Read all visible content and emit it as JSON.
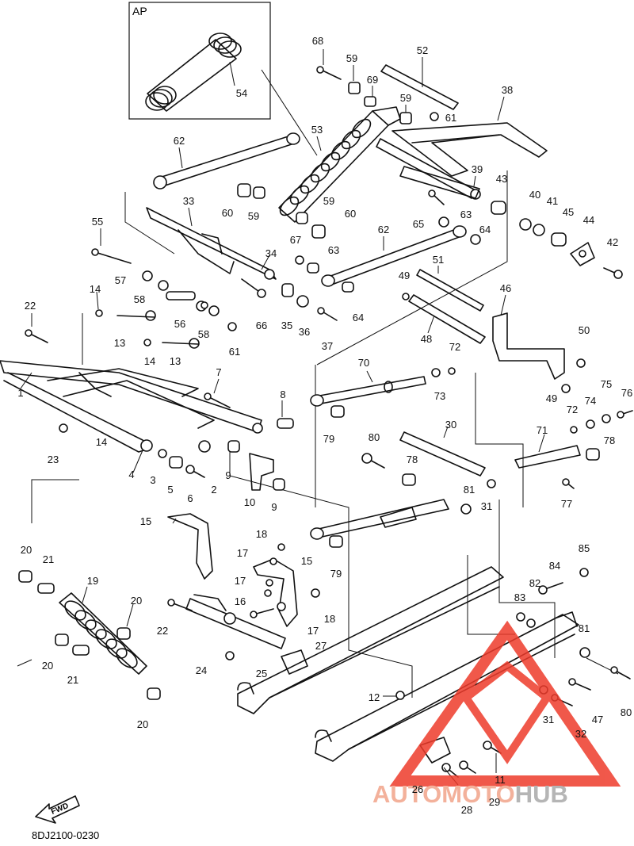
{
  "inset": {
    "label": "AP"
  },
  "diagram_code": "8DJ2100-0230",
  "fwd_label": "FWD",
  "watermark": {
    "part_a": "AUTOMOTO",
    "part_b": "HUB",
    "color_a": "#f2a48a",
    "color_b": "#a9a9a9",
    "logo_color": "#ee3b2b"
  },
  "callouts": [
    {
      "id": "c54",
      "text": "54"
    },
    {
      "id": "c68",
      "text": "68"
    },
    {
      "id": "c59a",
      "text": "59"
    },
    {
      "id": "c52",
      "text": "52"
    },
    {
      "id": "c69",
      "text": "69"
    },
    {
      "id": "c59b",
      "text": "59"
    },
    {
      "id": "c61a",
      "text": "61"
    },
    {
      "id": "c38",
      "text": "38"
    },
    {
      "id": "c62a",
      "text": "62"
    },
    {
      "id": "c53",
      "text": "53"
    },
    {
      "id": "c39",
      "text": "39"
    },
    {
      "id": "c43",
      "text": "43"
    },
    {
      "id": "c40",
      "text": "40"
    },
    {
      "id": "c41",
      "text": "41"
    },
    {
      "id": "c45",
      "text": "45"
    },
    {
      "id": "c44",
      "text": "44"
    },
    {
      "id": "c42",
      "text": "42"
    },
    {
      "id": "c33",
      "text": "33"
    },
    {
      "id": "c60a",
      "text": "60"
    },
    {
      "id": "c59c",
      "text": "59"
    },
    {
      "id": "c59d",
      "text": "59"
    },
    {
      "id": "c60b",
      "text": "60"
    },
    {
      "id": "c65",
      "text": "65"
    },
    {
      "id": "c63a",
      "text": "63"
    },
    {
      "id": "c64a",
      "text": "64"
    },
    {
      "id": "c55",
      "text": "55"
    },
    {
      "id": "c62b",
      "text": "62"
    },
    {
      "id": "c67",
      "text": "67"
    },
    {
      "id": "c63b",
      "text": "63"
    },
    {
      "id": "c34",
      "text": "34"
    },
    {
      "id": "c51",
      "text": "51"
    },
    {
      "id": "c57",
      "text": "57"
    },
    {
      "id": "c49a",
      "text": "49"
    },
    {
      "id": "c46",
      "text": "46"
    },
    {
      "id": "c58a",
      "text": "58"
    },
    {
      "id": "c14a",
      "text": "14"
    },
    {
      "id": "c22a",
      "text": "22"
    },
    {
      "id": "c56",
      "text": "56"
    },
    {
      "id": "c58b",
      "text": "58"
    },
    {
      "id": "c66",
      "text": "66"
    },
    {
      "id": "c35",
      "text": "35"
    },
    {
      "id": "c36",
      "text": "36"
    },
    {
      "id": "c37",
      "text": "37"
    },
    {
      "id": "c64b",
      "text": "64"
    },
    {
      "id": "c48",
      "text": "48"
    },
    {
      "id": "c50",
      "text": "50"
    },
    {
      "id": "c13a",
      "text": "13"
    },
    {
      "id": "c61b",
      "text": "61"
    },
    {
      "id": "c14b",
      "text": "14"
    },
    {
      "id": "c13b",
      "text": "13"
    },
    {
      "id": "c72a",
      "text": "72"
    },
    {
      "id": "c70",
      "text": "70"
    },
    {
      "id": "c7",
      "text": "7"
    },
    {
      "id": "c73",
      "text": "73"
    },
    {
      "id": "c49b",
      "text": "49"
    },
    {
      "id": "c75",
      "text": "75"
    },
    {
      "id": "c76",
      "text": "76"
    },
    {
      "id": "c74",
      "text": "74"
    },
    {
      "id": "c1",
      "text": "1"
    },
    {
      "id": "c8",
      "text": "8"
    },
    {
      "id": "c72b",
      "text": "72"
    },
    {
      "id": "c14c",
      "text": "14"
    },
    {
      "id": "c79a",
      "text": "79"
    },
    {
      "id": "c30",
      "text": "30"
    },
    {
      "id": "c71",
      "text": "71"
    },
    {
      "id": "c78a",
      "text": "78"
    },
    {
      "id": "c80a",
      "text": "80"
    },
    {
      "id": "c23",
      "text": "23"
    },
    {
      "id": "c78b",
      "text": "78"
    },
    {
      "id": "c4",
      "text": "4"
    },
    {
      "id": "c3",
      "text": "3"
    },
    {
      "id": "c5",
      "text": "5"
    },
    {
      "id": "c9a",
      "text": "9"
    },
    {
      "id": "c2",
      "text": "2"
    },
    {
      "id": "c6",
      "text": "6"
    },
    {
      "id": "c10",
      "text": "10"
    },
    {
      "id": "c9b",
      "text": "9"
    },
    {
      "id": "c81a",
      "text": "81"
    },
    {
      "id": "c31a",
      "text": "31"
    },
    {
      "id": "c77",
      "text": "77"
    },
    {
      "id": "c15a",
      "text": "15"
    },
    {
      "id": "c18a",
      "text": "18"
    },
    {
      "id": "c17a",
      "text": "17"
    },
    {
      "id": "c15b",
      "text": "15"
    },
    {
      "id": "c79b",
      "text": "79"
    },
    {
      "id": "c85",
      "text": "85"
    },
    {
      "id": "c20a",
      "text": "20"
    },
    {
      "id": "c21a",
      "text": "21"
    },
    {
      "id": "c19",
      "text": "19"
    },
    {
      "id": "c17b",
      "text": "17"
    },
    {
      "id": "c84",
      "text": "84"
    },
    {
      "id": "c83",
      "text": "83"
    },
    {
      "id": "c82",
      "text": "82"
    },
    {
      "id": "c16",
      "text": "16"
    },
    {
      "id": "c18b",
      "text": "18"
    },
    {
      "id": "c20b",
      "text": "20"
    },
    {
      "id": "c22b",
      "text": "22"
    },
    {
      "id": "c17c",
      "text": "17"
    },
    {
      "id": "c81b",
      "text": "81"
    },
    {
      "id": "c20c",
      "text": "20"
    },
    {
      "id": "c21b",
      "text": "21"
    },
    {
      "id": "c27",
      "text": "27"
    },
    {
      "id": "c24",
      "text": "24"
    },
    {
      "id": "c25",
      "text": "25"
    },
    {
      "id": "c80b",
      "text": "80"
    },
    {
      "id": "c12",
      "text": "12"
    },
    {
      "id": "c20d",
      "text": "20"
    },
    {
      "id": "c47",
      "text": "47"
    },
    {
      "id": "c31b",
      "text": "31"
    },
    {
      "id": "c32",
      "text": "32"
    },
    {
      "id": "c11",
      "text": "11"
    },
    {
      "id": "c26",
      "text": "26"
    },
    {
      "id": "c29",
      "text": "29"
    },
    {
      "id": "c28",
      "text": "28"
    }
  ]
}
